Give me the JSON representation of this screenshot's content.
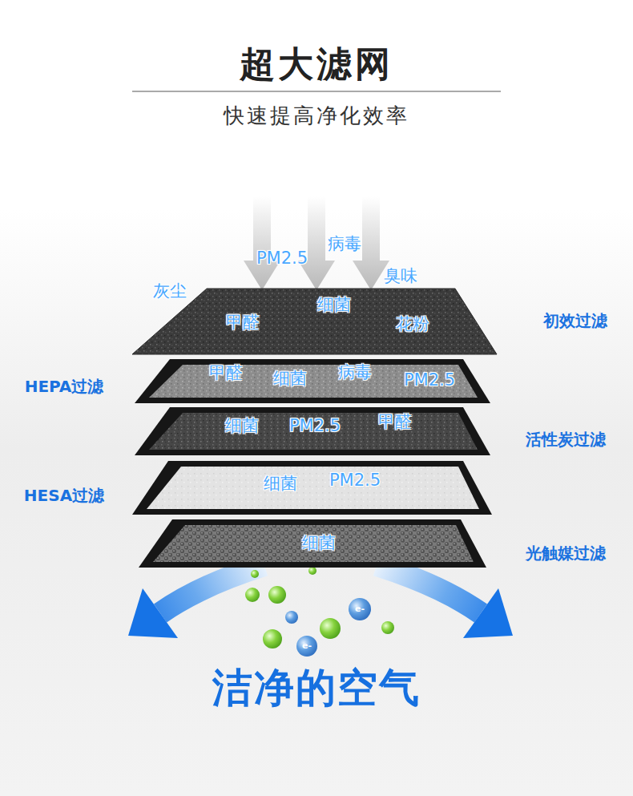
{
  "diagram": {
    "title": "超大滤网",
    "nodes": [
      {
        "text": [
          "初效过滤",
          "灰尘",
          "甲醛",
          "细菌",
          "花粉"
        ]
      },
      {
        "text": [
          "HEPA过滤",
          "甲醛",
          "细菌",
          "病毒",
          "PM2.5"
        ]
      },
      {
        "text": [
          "活性炭过滤",
          "细菌",
          "PM2.5",
          "甲醛"
        ]
      },
      {
        "text": [
          "HESA过滤",
          "细菌",
          "PM2.5"
        ]
      },
      {
        "text": [
          "光触媒过滤",
          "细菌"
        ]
      }
    ],
    "labels": [
      "快速提高净化效率",
      "PM2.5",
      "病毒",
      "臭味",
      "e-",
      "e-",
      "洁净的空气"
    ]
  }
}
